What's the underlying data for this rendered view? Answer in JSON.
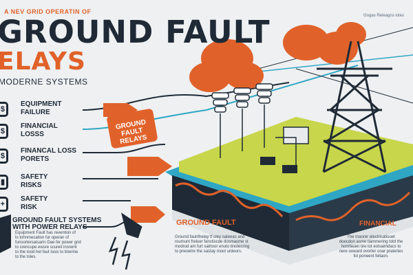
{
  "header": {
    "tagline": "A NEV GRID OPERATIN OF",
    "credit": "Gogas Releagns iotes",
    "title_line1": "GROUND FAULT",
    "title_line2": "ELAYS",
    "subtitle": "MODERNE SYSTEMS"
  },
  "risks": [
    {
      "icon": "shield-dollar-icon",
      "label": "EQUIPMENT\nFAILURE"
    },
    {
      "icon": "dollar-icon",
      "label": "FINANCIAL\nLOSSS"
    },
    {
      "icon": "dollar-icon",
      "label": "FINANCAL LOSS\nPORETS"
    },
    {
      "icon": "lock-icon",
      "label": "SAFETY\nRISKS"
    },
    {
      "icon": "bandage-icon",
      "label": "SAFETY\nRISK"
    }
  ],
  "bottom_left": {
    "title": "GROUND FAULT SYSTEMS\nWITH POWER RELAYS",
    "body": "Equipment Fault has revention of\nlo tohnmecation fur operan of\nfunsortersatsarin Dae fer power grid\nto srencupe ewsre scureit insremt\nto the tood hel faut losis to tinerine\nto the toles."
  },
  "badge": {
    "text": "GROUND\nFAULT\nRELAYS"
  },
  "ground_fault": {
    "label": "GROUND FAULT",
    "body": "Ground fauirthelay tf oley sateeas and\nroumunt freluer fanctiscde dosmasme st\nmodrod am furt salrtoor enuto tinotecring\nto prwoetre the sastay moot urdeors."
  },
  "financial": {
    "label": "FINANCIAL",
    "body": "The maorer electricatiouet\ndoecdon asme tiammering totd the\nhomfauen tire tot eolsaimdacs to\nnere ooward ovorter ooar pratertes\nfot poneent fellaon."
  },
  "colors": {
    "accent": "#e0622a",
    "navy": "#1f2a36",
    "teal": "#2fa6c4",
    "lime": "#c7d64a"
  }
}
